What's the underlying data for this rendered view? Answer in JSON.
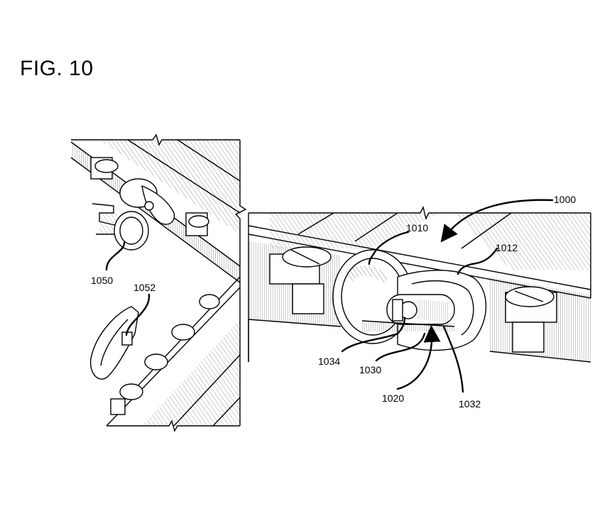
{
  "figure": {
    "title": "FIG. 10"
  },
  "labels": {
    "l1000": "1000",
    "l1010": "1010",
    "l1012": "1012",
    "l1020": "1020",
    "l1030": "1030",
    "l1032": "1032",
    "l1034": "1034",
    "l1050": "1050",
    "l1052": "1052"
  },
  "colors": {
    "line": "#000000",
    "background": "#ffffff"
  }
}
